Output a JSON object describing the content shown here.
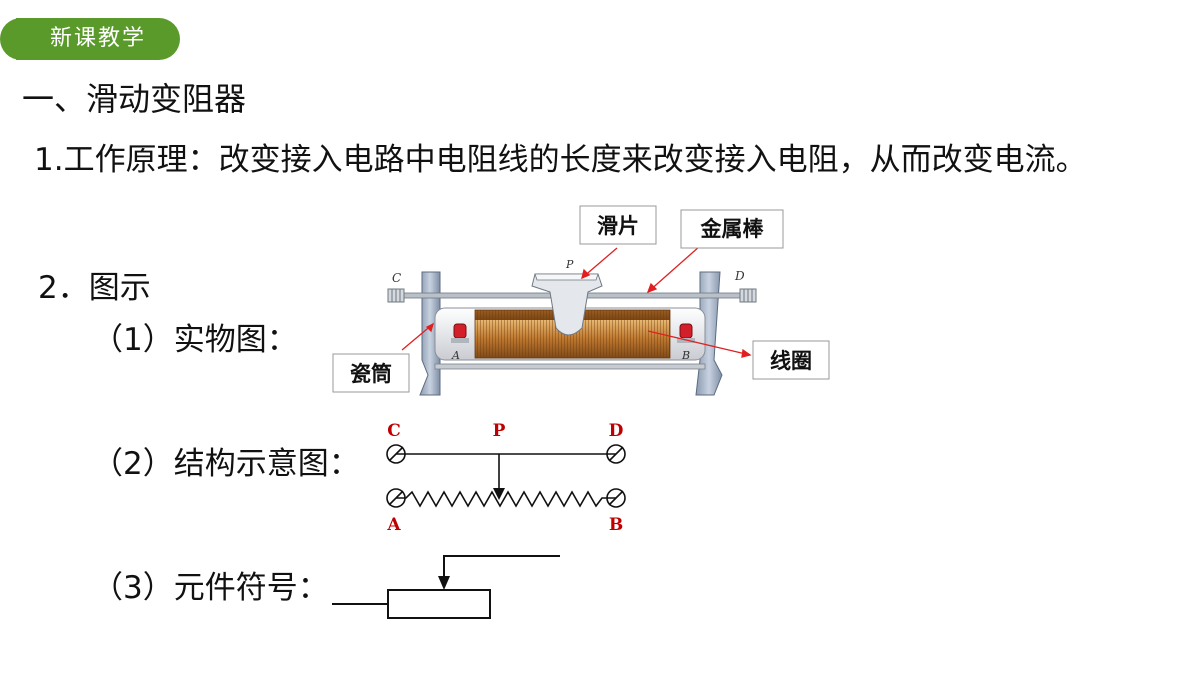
{
  "header": {
    "badge": "新课教学",
    "badge_color": "#5a9a2a"
  },
  "section": {
    "title": "一、滑动变阻器"
  },
  "principle": {
    "text": "1.工作原理：改变接入电路中电阻线的长度来改变接入电阻，从而改变电流。"
  },
  "figures": {
    "heading": "2．图示",
    "items": [
      {
        "label": "（1）实物图："
      },
      {
        "label": "（2）结构示意图："
      },
      {
        "label": "（3）元件符号："
      }
    ]
  },
  "photo": {
    "callouts": {
      "slider": "滑片",
      "rod": "金属棒",
      "tube": "瓷筒",
      "coil": "线圈"
    },
    "terminals": {
      "c": "C",
      "d": "D",
      "a": "A",
      "b": "B",
      "p": "P"
    }
  },
  "schematic": {
    "terminals": {
      "c": "C",
      "p": "P",
      "d": "D",
      "a": "A",
      "b": "B"
    },
    "label_color": "#c00000"
  }
}
